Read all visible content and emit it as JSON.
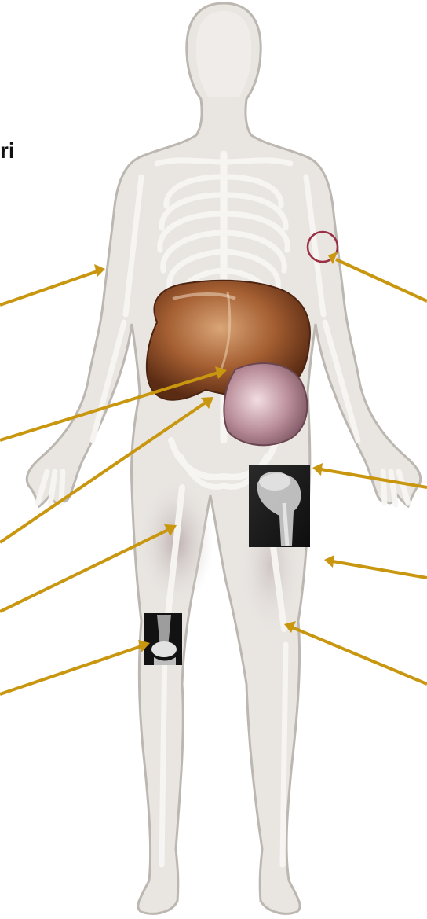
{
  "title_fragment": "ri",
  "colors": {
    "background": "#ffffff",
    "body_silhouette": "#e9e6e2",
    "body_outline": "#bdb7b1",
    "skeleton": "#f6f4f1",
    "liver": "#8a4a24",
    "spleen": "#9d6a73",
    "arrow": "#c8960f",
    "highlight_circle": "#9a2f45",
    "xray_dark": "#141414",
    "xray_light": "#d8d8d8"
  },
  "annotations": [
    {
      "id": "upper-arm",
      "icon": "arrow-left"
    },
    {
      "id": "liver",
      "icon": "arrow-left"
    },
    {
      "id": "spleen",
      "icon": "arrow-left"
    },
    {
      "id": "pelvis-thigh",
      "icon": "arrow-left"
    },
    {
      "id": "knee-xray",
      "icon": "arrow-left"
    },
    {
      "id": "left-arm-circle",
      "icon": "arrow-right"
    },
    {
      "id": "femur-xray",
      "icon": "arrow-right"
    },
    {
      "id": "outer-thigh",
      "icon": "arrow-right"
    },
    {
      "id": "lower-femur",
      "icon": "arrow-right"
    }
  ]
}
